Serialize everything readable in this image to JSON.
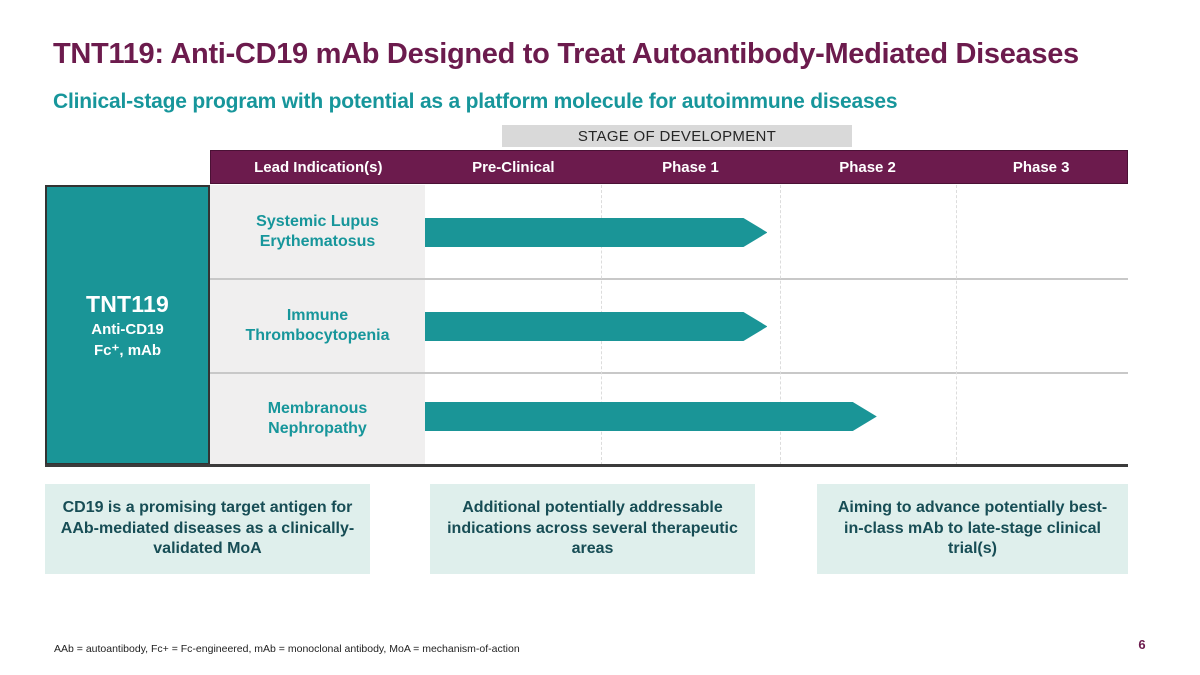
{
  "slide": {
    "title": "TNT119: Anti-CD19 mAb Designed to Treat Autoantibody-Mediated Diseases",
    "subtitle": "Clinical-stage program with potential as a platform molecule for autoimmune diseases",
    "footnote": "AAb = autoantibody, Fc+ = Fc-engineered, mAb = monoclonal antibody, MoA = mechanism-of-action",
    "page_number": "6"
  },
  "pipeline": {
    "stage_header": "STAGE OF DEVELOPMENT",
    "columns": [
      {
        "label": "Lead Indication(s)"
      },
      {
        "label": "Pre-Clinical"
      },
      {
        "label": "Phase 1"
      },
      {
        "label": "Phase 2"
      },
      {
        "label": "Phase 3"
      }
    ],
    "program": {
      "name": "TNT119",
      "target": "Anti-CD19",
      "modality": "Fc⁺, mAb"
    },
    "rows": [
      {
        "indication_line1": "Systemic Lupus",
        "indication_line2": "Erythematosus"
      },
      {
        "indication_line1": "Immune",
        "indication_line2": "Thrombocytopenia"
      },
      {
        "indication_line1": "Membranous",
        "indication_line2": "Nephropathy"
      }
    ]
  },
  "highlights": [
    {
      "text": "CD19 is a promising target antigen for AAb-mediated diseases as a clinically-validated MoA"
    },
    {
      "text": "Additional potentially addressable indications across several therapeutic areas"
    },
    {
      "text": "Aiming to advance potentially best-in-class mAb to late-stage clinical trial(s)"
    }
  ],
  "colors": {
    "maroon": "#6C1B4D",
    "teal": "#1A9597",
    "teal_text": "#17969B",
    "highlight_bg": "#DFEFEC",
    "highlight_text": "#174D55",
    "stage_strip_bg": "#D9D9D9",
    "indication_col_bg": "#F0EFEF"
  },
  "chart_data": {
    "type": "gantt",
    "title": "STAGE OF DEVELOPMENT",
    "stages": [
      "Pre-Clinical",
      "Phase 1",
      "Phase 2",
      "Phase 3"
    ],
    "categories": [
      "Systemic Lupus Erythematosus",
      "Immune Thrombocytopenia",
      "Membranous Nephropathy"
    ],
    "bars": [
      {
        "indication": "Systemic Lupus Erythematosus",
        "start_stage": "Pre-Clinical",
        "end_stage": "Phase 1 (end)",
        "extent_stage_units": 1.93
      },
      {
        "indication": "Immune Thrombocytopenia",
        "start_stage": "Pre-Clinical",
        "end_stage": "Phase 1 (end)",
        "extent_stage_units": 1.93
      },
      {
        "indication": "Membranous Nephropathy",
        "start_stage": "Pre-Clinical",
        "end_stage": "Phase 2 (mid)",
        "extent_stage_units": 2.55
      }
    ],
    "layout": {
      "bar_color": "#1A9597",
      "grid": "dashed vertical separators between phase columns",
      "legend_position": "none"
    }
  }
}
